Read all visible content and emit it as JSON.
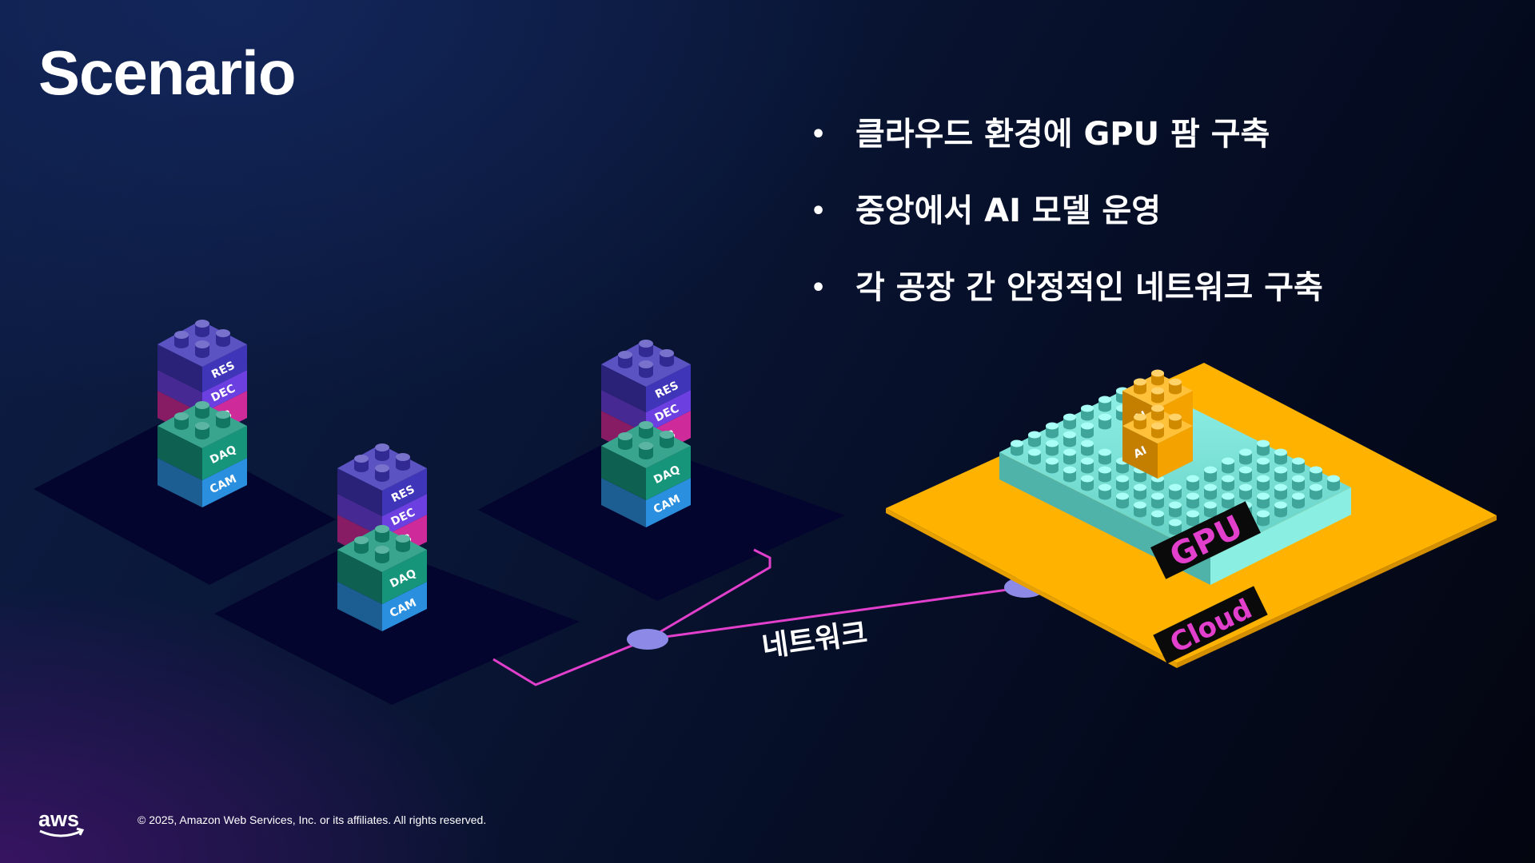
{
  "slide": {
    "title": "Scenario",
    "bullets": [
      "클라우드 환경에 GPU 팜 구축",
      "중앙에서 AI 모델 운영",
      "각 공장 간 안정적인 네트워크 구축"
    ],
    "bullet_symbol": "•"
  },
  "diagram": {
    "factory_layers": [
      "RES",
      "DEC",
      "DB",
      "DAQ",
      "CAM"
    ],
    "network_label": "네트워크",
    "gpu_label": "GPU",
    "cloud_label": "Cloud",
    "ai_label": "AI"
  },
  "colors": {
    "platform": "#03052e",
    "cloud_platform": "#ffb300",
    "network_line": "#e23fcc",
    "node": "#8c8ae6",
    "res": "#3f35b8",
    "dec": "#6b3fe0",
    "db": "#cf2a9a",
    "daq": "#16957b",
    "cam": "#2b8fe0",
    "gpu_block": "#6fd3c8",
    "ai_block": "#f3a200",
    "label_text": "#e23fcc"
  },
  "footer": {
    "logo_text": "aws",
    "copyright": "© 2025, Amazon Web Services, Inc. or its affiliates. All rights reserved."
  }
}
